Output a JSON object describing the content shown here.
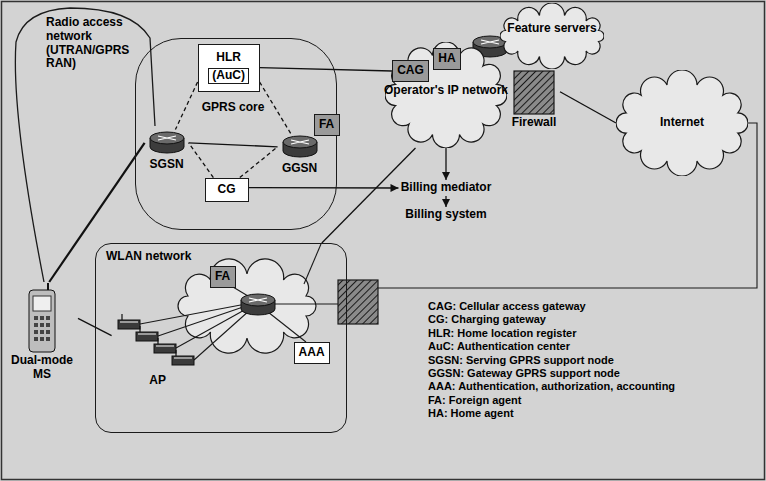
{
  "diagram": {
    "nodes": [
      {
        "text": [
          "GPRS core"
        ]
      },
      {
        "text": [
          "HLR",
          "(AuC)"
        ],
        "in": 0
      },
      {
        "text": [
          "SGSN"
        ],
        "in": 0
      },
      {
        "text": [
          "GGSN"
        ],
        "in": 0
      },
      {
        "text": [
          "FA"
        ],
        "in": 0
      },
      {
        "text": [
          "CG"
        ],
        "in": 0
      },
      {
        "text": [
          "Operator's IP network"
        ]
      },
      {
        "text": [
          "CAG"
        ]
      },
      {
        "text": [
          "HA"
        ]
      },
      {
        "text": [
          "Feature servers"
        ]
      },
      {
        "text": [
          "Firewall"
        ]
      },
      {
        "text": [
          "Internet"
        ]
      },
      {
        "text": [
          "Billing mediator"
        ]
      },
      {
        "text": [
          "Billing system"
        ]
      },
      {
        "text": [
          "Dual-mode MS"
        ]
      },
      {
        "text": [
          "WLAN network"
        ]
      },
      {
        "text": [
          "FA"
        ],
        "in": 15
      },
      {
        "text": [
          "AAA"
        ],
        "in": 15
      },
      {
        "text": [
          "AP"
        ],
        "in": 15
      }
    ],
    "edges": [
      {
        "from": 1,
        "to": 2,
        "arrow": "none"
      },
      {
        "from": 1,
        "to": 3,
        "arrow": "none"
      },
      {
        "from": 5,
        "to": 2,
        "arrow": "none"
      },
      {
        "from": 5,
        "to": 3,
        "arrow": "none"
      },
      {
        "from": 2,
        "to": 3,
        "arrow": "none"
      },
      {
        "from": 1,
        "to": 7,
        "arrow": "none"
      },
      {
        "from": 5,
        "to": 12,
        "arrow": "to"
      },
      {
        "from": 6,
        "to": 12,
        "arrow": "to"
      },
      {
        "from": 12,
        "to": 13,
        "arrow": "to"
      },
      {
        "from": 10,
        "to": 11,
        "arrow": "none"
      },
      {
        "from": 6,
        "to": 15,
        "arrow": "none"
      },
      {
        "from": 14,
        "to": 2,
        "arrow": "none"
      },
      {
        "from": 14,
        "to": 18,
        "arrow": "none"
      }
    ],
    "labels": [
      "Radio access network (UTRAN/GPRS RAN)",
      "CAG: Cellular access gateway",
      "CG: Charging gateway",
      "HLR: Home location register",
      "AuC: Authentication center",
      "SGSN: Serving GPRS support node",
      "GGSN: Gateway GPRS support node",
      "AAA: Authentication, authorization, accounting",
      "FA: Foreign agent",
      "HA: Home agent"
    ]
  }
}
